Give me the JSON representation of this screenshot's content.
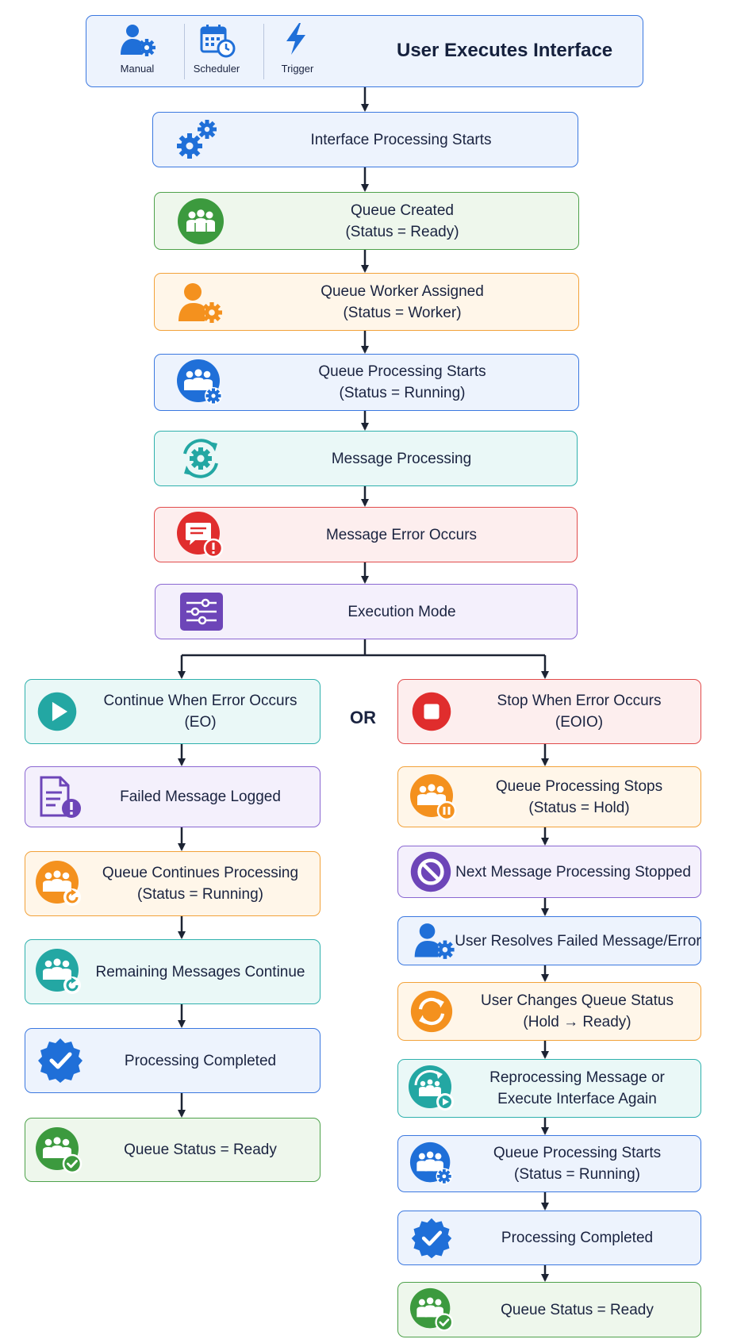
{
  "header": {
    "sources": [
      {
        "label": "Manual",
        "icon": "user-gear-icon"
      },
      {
        "label": "Scheduler",
        "icon": "calendar-clock-icon"
      },
      {
        "label": "Trigger",
        "icon": "lightning-icon"
      }
    ],
    "title": "User Executes Interface"
  },
  "main_flow": [
    {
      "lines": [
        "Interface Processing Starts"
      ],
      "icon": "gears-icon"
    },
    {
      "lines": [
        "Queue Created",
        "(Status = Ready)"
      ],
      "icon": "group-icon"
    },
    {
      "lines": [
        "Queue Worker Assigned",
        "(Status = Worker)"
      ],
      "icon": "user-gear-icon"
    },
    {
      "lines": [
        "Queue Processing Starts",
        "(Status = Running)"
      ],
      "icon": "group-gear-icon"
    },
    {
      "lines": [
        "Message Processing"
      ],
      "icon": "gear-cycle-icon"
    },
    {
      "lines": [
        "Message Error Occurs"
      ],
      "icon": "message-alert-icon"
    },
    {
      "lines": [
        "Execution Mode"
      ],
      "icon": "sliders-icon"
    }
  ],
  "or_label": "OR",
  "left_branch": [
    {
      "lines": [
        "Continue When Error Occurs",
        "(EO)"
      ],
      "icon": "play-icon"
    },
    {
      "lines": [
        "Failed Message Logged"
      ],
      "icon": "document-alert-icon"
    },
    {
      "lines": [
        "Queue Continues Processing",
        "(Status = Running)"
      ],
      "icon": "group-refresh-icon"
    },
    {
      "lines": [
        "Remaining Messages Continue"
      ],
      "icon": "group-refresh-icon"
    },
    {
      "lines": [
        "Processing Completed"
      ],
      "icon": "check-badge-icon"
    },
    {
      "lines": [
        "Queue Status = Ready"
      ],
      "icon": "group-check-icon"
    }
  ],
  "right_branch": [
    {
      "lines": [
        "Stop When Error Occurs",
        "(EOIO)"
      ],
      "icon": "stop-icon"
    },
    {
      "lines": [
        "Queue Processing Stops",
        "(Status = Hold)"
      ],
      "icon": "group-pause-icon"
    },
    {
      "lines": [
        "Next Message Processing Stopped"
      ],
      "icon": "prohibited-icon"
    },
    {
      "lines": [
        "User Resolves Failed Message/Error"
      ],
      "icon": "user-gear-icon"
    },
    {
      "lines": [
        "User Changes Queue Status",
        "(Hold → Ready)"
      ],
      "icon": "refresh-icon"
    },
    {
      "lines": [
        "Reprocessing Message or",
        "Execute Interface Again"
      ],
      "icon": "cycle-play-icon"
    },
    {
      "lines": [
        "Queue Processing Starts",
        "(Status = Running)"
      ],
      "icon": "group-gear-icon"
    },
    {
      "lines": [
        "Processing Completed"
      ],
      "icon": "check-badge-icon"
    },
    {
      "lines": [
        "Queue Status = Ready"
      ],
      "icon": "group-check-icon"
    }
  ],
  "colors": {
    "blue": "#1f6fd8",
    "green": "#3c9a3e",
    "orange": "#f4911e",
    "teal": "#23a7a3",
    "red": "#e02d2d",
    "purple": "#6d45b8",
    "arrow": "#1c2333"
  }
}
